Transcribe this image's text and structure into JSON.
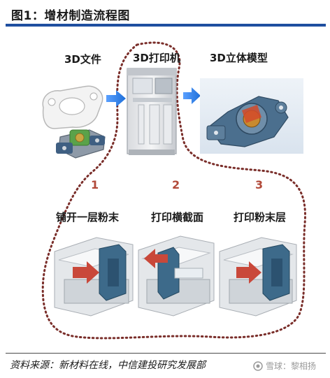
{
  "figure": {
    "title": "图1：增材制造流程图",
    "source": "资料来源：新材料在线，中信建投研究发展部",
    "watermark": "雪球：黎相扬"
  },
  "top_row": {
    "file_label": "3D文件",
    "printer_label": "3D打印机",
    "model_label": "3D立体模型"
  },
  "steps": [
    {
      "number": "1",
      "label": "铺开一层粉末"
    },
    {
      "number": "2",
      "label": "打印横截面"
    },
    {
      "number": "3",
      "label": "打印粉末层"
    }
  ],
  "colors": {
    "rule": "#1f4fa0",
    "arrow": "#1e6fd9",
    "dotted_outline": "#7a2e2a",
    "step_number": "#b24a3a",
    "step_arrow": "#c9483a",
    "machine_blue": "#3d6a8a"
  }
}
